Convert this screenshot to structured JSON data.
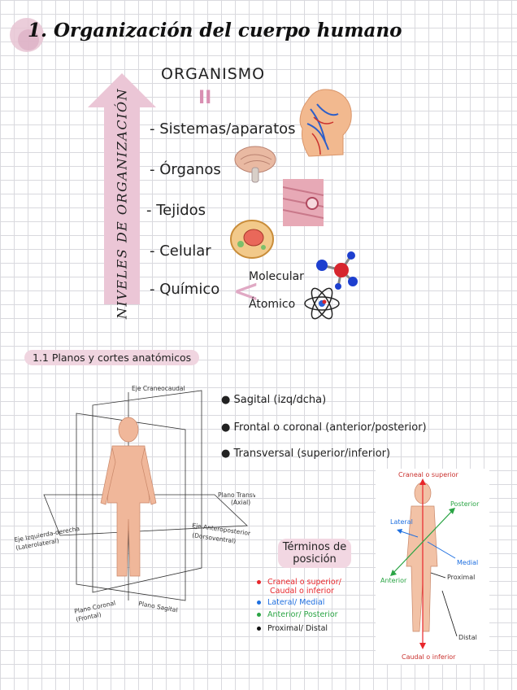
{
  "title": "1. Organización del cuerpo humano",
  "organismo": "ORGANISMO",
  "equals_sign": "II",
  "vertical_label": "NIVELES DE ORGANIZACIÓN",
  "levels": [
    "- Sistemas/aparatos",
    "- Órganos",
    "- Tejidos",
    "- Celular",
    "- Químico"
  ],
  "quimico_sub": [
    "Molecular",
    "Átomico"
  ],
  "section_1_1": "1.1 Planos y cortes anatómicos",
  "planes": [
    "Sagital (izq/dcha)",
    "Frontal o coronal (anterior/posterior)",
    "Transversal (superior/inferior)"
  ],
  "plane_diagram_labels": {
    "eje_craneocaudal": "Eje Craneocaudal",
    "plano_transversal": "Plano Transversal",
    "axial": "(Axial)",
    "eje_izq_der": "Eje Izquierda-derecha",
    "laterolateral": "(Laterolateral)",
    "eje_antero": "Eje Anteroposterior",
    "dorsoventral": "(Dorsoventral)",
    "plano_coronal": "Plano Coronal",
    "frontal": "(Frontal)",
    "plano_sagital": "Plano Sagital"
  },
  "terminos_pill": [
    "Términos de",
    "posición"
  ],
  "legend": [
    {
      "text": "Craneal o superior/",
      "text2": "Caudal o inferior",
      "color": "#e8262b"
    },
    {
      "text": "Lateral/ Medial",
      "text2": "",
      "color": "#1e6fe0"
    },
    {
      "text": "Anterior/ Posterior",
      "text2": "",
      "color": "#2aa444"
    },
    {
      "text": "Proximal/ Distal",
      "text2": "",
      "color": "#111111"
    }
  ],
  "body_figure_labels": {
    "craneal": "Craneal o superior",
    "posterior": "Posterior",
    "lateral": "Lateral",
    "medial": "Medial",
    "anterior": "Anterior",
    "proximal": "Proximal",
    "distal": "Distal",
    "caudal": "Caudal o inferior"
  },
  "colors": {
    "pink_accent": "#ebc6d6",
    "pink_dark": "#d98fb2"
  }
}
